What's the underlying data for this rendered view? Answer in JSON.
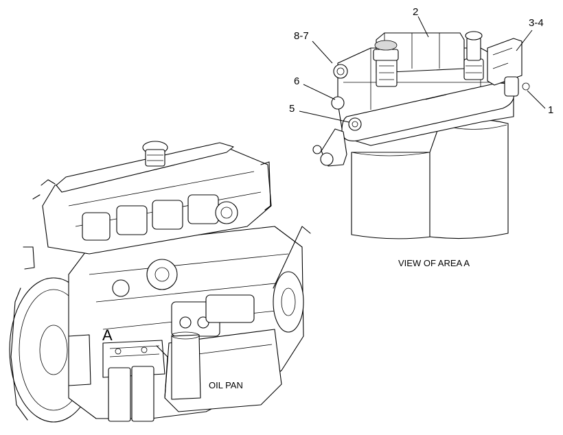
{
  "callouts": {
    "c1": "1",
    "c2": "2",
    "c34": "3-4",
    "c5": "5",
    "c6": "6",
    "c87": "8-7"
  },
  "captions": {
    "view": "VIEW OF AREA  A",
    "oil_pan": "OIL PAN",
    "area": "A"
  }
}
